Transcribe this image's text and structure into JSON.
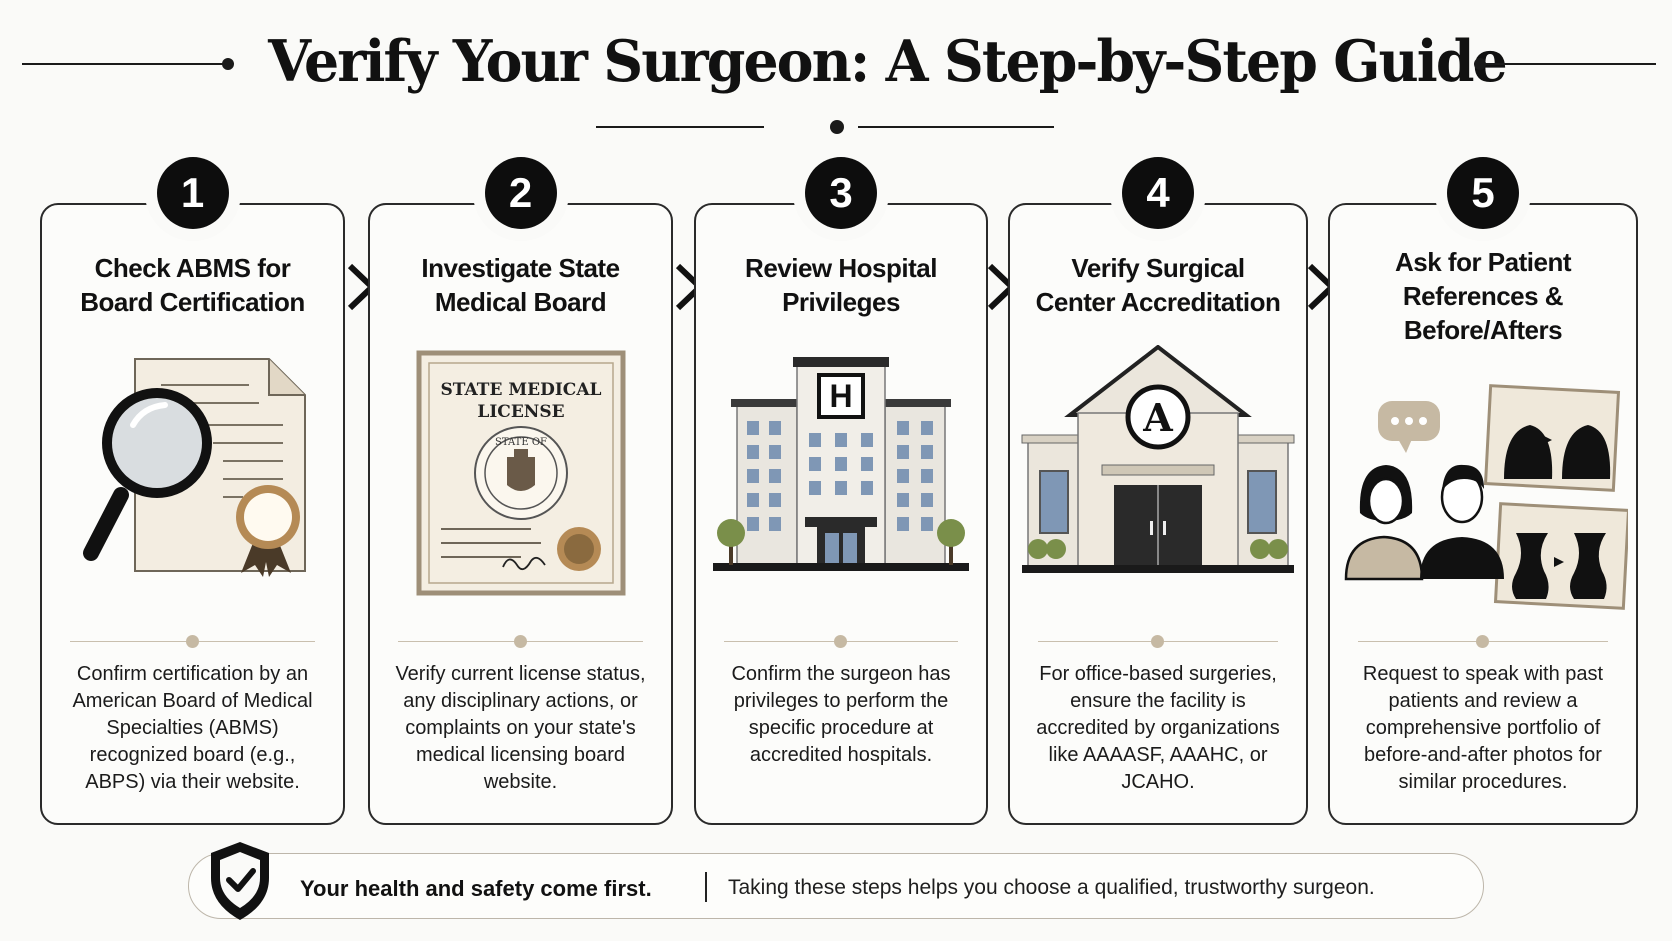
{
  "title": "Verify Your Surgeon: A Step-by-Step Guide",
  "steps": [
    {
      "number": "1",
      "title_line1": "Check ABMS for",
      "title_line2": "Board Certification",
      "title_line3": "",
      "desc": "Confirm certification by an American Board of Medical Specialties (ABMS) recognized board (e.g., ABPS) via their website.",
      "icon": "magnifier-certificate-icon"
    },
    {
      "number": "2",
      "title_line1": "Investigate State",
      "title_line2": "Medical Board",
      "title_line3": "",
      "desc": "Verify current license status, any disciplinary actions, or complaints on your state's medical licensing board website.",
      "icon": "license-certificate-icon",
      "license_line1": "STATE MEDICAL",
      "license_line2": "LICENSE",
      "seal_text": "STATE OF"
    },
    {
      "number": "3",
      "title_line1": "Review Hospital",
      "title_line2": "Privileges",
      "title_line3": "",
      "desc": "Confirm the surgeon has privileges to perform the specific procedure at accredited hospitals.",
      "icon": "hospital-building-icon",
      "sign_letter": "H"
    },
    {
      "number": "4",
      "title_line1": "Verify Surgical",
      "title_line2": "Center Accreditation",
      "title_line3": "",
      "desc": "For office-based surgeries, ensure the facility is accredited by organizations like AAAASF, AAAHC, or JCAHO.",
      "icon": "surgical-center-icon",
      "sign_letter": "A"
    },
    {
      "number": "5",
      "title_line1": "Ask for Patient",
      "title_line2": "References &",
      "title_line3": "Before/Afters",
      "desc": "Request to speak with past patients and review a comprehensive portfolio of before-and-after photos for similar procedures.",
      "icon": "patients-before-after-icon"
    }
  ],
  "footer": {
    "strong": "Your health and safety come first.",
    "text": "Taking these steps helps you choose a qualified, trustworthy surgeon.",
    "icon": "shield-check-icon"
  },
  "colors": {
    "ink": "#111111",
    "accent": "#c6b9a3",
    "paper": "#f3ede1",
    "bronze": "#8a6a3f"
  }
}
